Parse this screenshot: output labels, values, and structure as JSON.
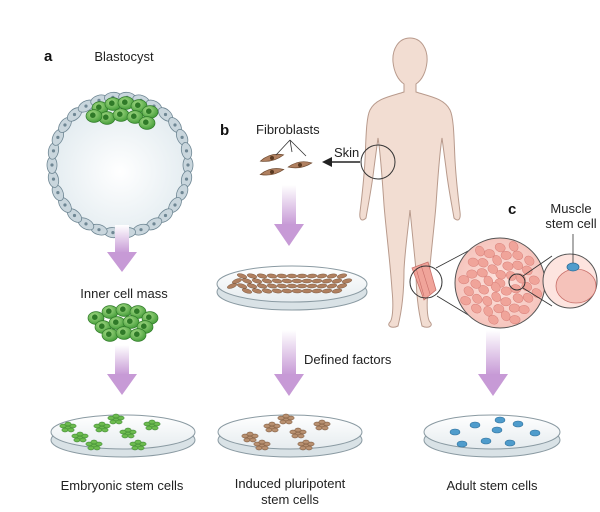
{
  "panels": {
    "a": {
      "letter": "a",
      "title": "Blastocyst",
      "intermediate": "Inner cell mass",
      "result": "Embryonic stem cells"
    },
    "b": {
      "letter": "b",
      "source": "Fibroblasts",
      "tissue": "Skin",
      "step": "Defined factors",
      "result_line1": "Induced pluripotent",
      "result_line2": "stem cells"
    },
    "c": {
      "letter": "c",
      "label_line1": "Muscle",
      "label_line2": "stem cell",
      "result": "Adult stem cells"
    }
  },
  "colors": {
    "embryonic_cells": "#6dbb4f",
    "fibroblast_cells": "#b08060",
    "adult_cells": "#4f9ccc",
    "arrow": "#c79ad6",
    "skin": "#f2ddd2",
    "muscle": "#f0a49a"
  }
}
